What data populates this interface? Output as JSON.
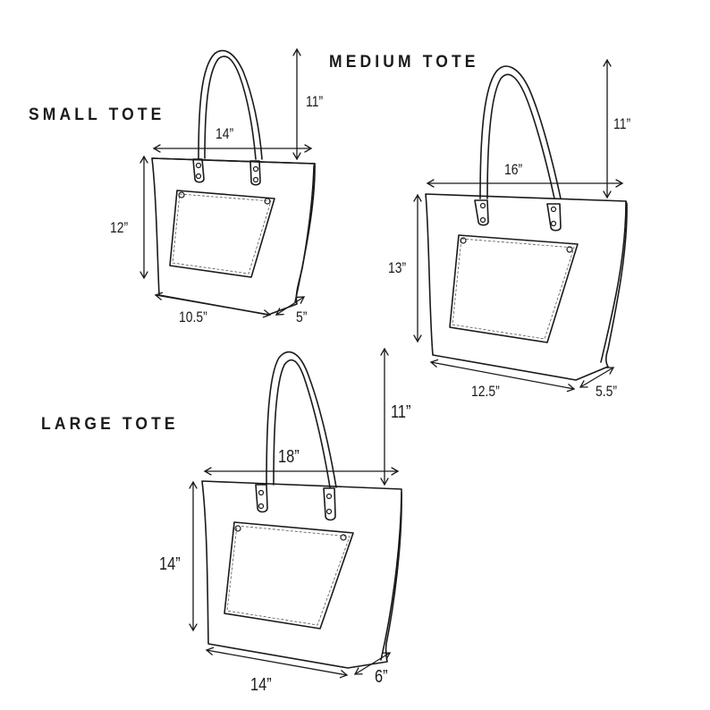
{
  "totes": [
    {
      "id": "small",
      "title": "SMALL TOTE",
      "dimensions": {
        "handle_drop": "11”",
        "top_width": "14”",
        "height": "12”",
        "bottom_width": "10.5”",
        "depth": "5”"
      }
    },
    {
      "id": "medium",
      "title": "MEDIUM TOTE",
      "dimensions": {
        "handle_drop": "11”",
        "top_width": "16”",
        "height": "13”",
        "bottom_width": "12.5”",
        "depth": "5.5”"
      }
    },
    {
      "id": "large",
      "title": "LARGE TOTE",
      "dimensions": {
        "handle_drop": "11”",
        "top_width": "18”",
        "height": "14”",
        "bottom_width": "14”",
        "depth": "6”"
      }
    }
  ],
  "colors": {
    "line": "#1a1a1a",
    "background": "#ffffff"
  }
}
